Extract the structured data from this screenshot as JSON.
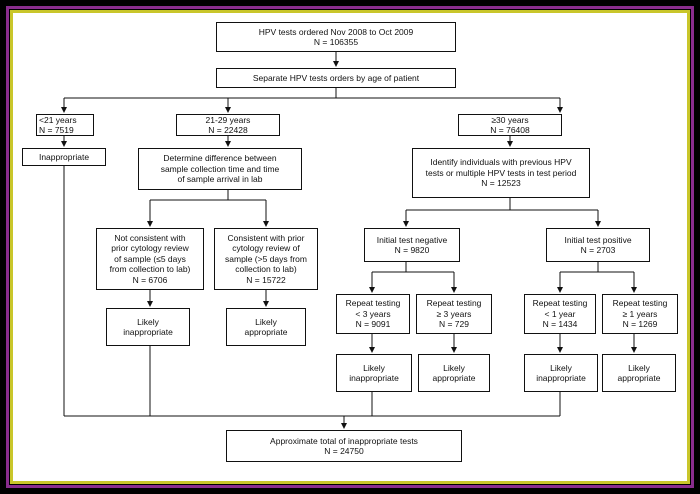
{
  "nodes": {
    "top": "HPV tests ordered Nov 2008 to Oct 2009\nN = 106355",
    "separate": "Separate HPV tests orders by age of patient",
    "age_lt21": "<21 years\nN = 7519",
    "age_21_29": "21-29 years\nN = 22428",
    "age_ge30": "≥30 years\nN = 76408",
    "inappropriate": "Inappropriate",
    "determine": "Determine difference between\nsample collection time and time\nof sample arrival in lab",
    "identify": "Identify individuals with previous HPV\ntests or multiple HPV tests in test period\nN = 12523",
    "not_consistent": "Not consistent with\nprior cytology review\nof sample (≤5 days\nfrom collection to lab)\nN = 6706",
    "consistent": "Consistent with prior\ncytology review of\nsample (>5 days from\ncollection to lab)\nN = 15722",
    "initial_neg": "Initial test negative\nN = 9820",
    "initial_pos": "Initial test positive\nN = 2703",
    "likely_inapp_1": "Likely\ninappropriate",
    "likely_app_1": "Likely\nappropriate",
    "repeat_lt3": "Repeat testing\n< 3 years\nN = 9091",
    "repeat_ge3": "Repeat testing\n≥ 3 years\nN = 729",
    "repeat_lt1": "Repeat testing\n< 1 year\nN = 1434",
    "repeat_ge1": "Repeat testing\n≥ 1 years\nN = 1269",
    "likely_inapp_2": "Likely\ninappropriate",
    "likely_app_2": "Likely\nappropriate",
    "likely_inapp_3": "Likely\ninappropriate",
    "likely_app_3": "Likely\nappropriate",
    "total": "Approximate total of inappropriate tests\nN = 24750"
  },
  "colors": {
    "frame_purple": "#8a2d8e",
    "frame_yellow": "#c9c62a",
    "line": "#111111"
  }
}
